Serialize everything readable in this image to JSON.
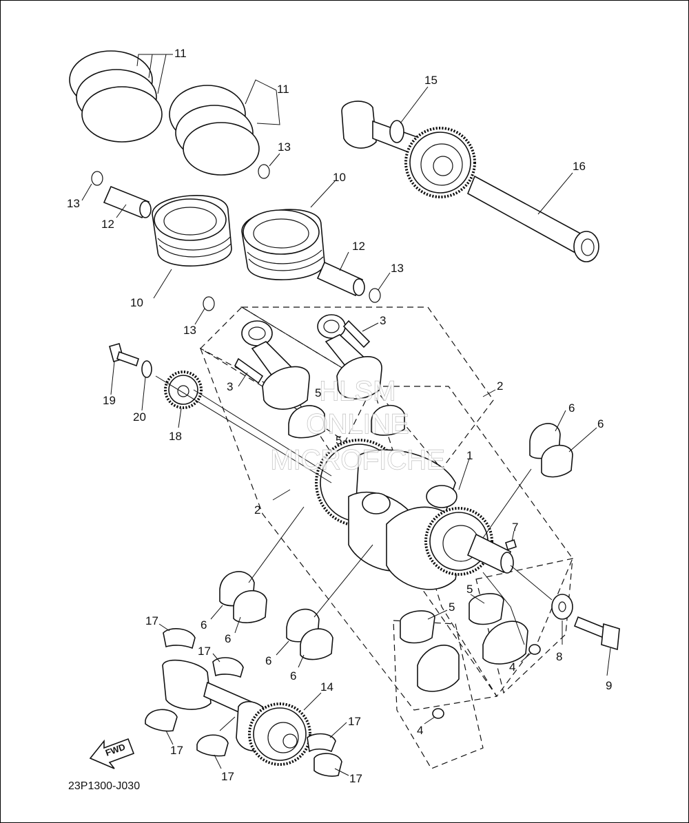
{
  "diagram": {
    "code": "23P1300-J030",
    "fwd_label": "FWD",
    "watermark": [
      "HLSM",
      "ONLINE",
      "MICROFICHE"
    ],
    "callouts": [
      {
        "id": "c11a",
        "label": "11"
      },
      {
        "id": "c11b",
        "label": "11"
      },
      {
        "id": "c15",
        "label": "15"
      },
      {
        "id": "c13a",
        "label": "13"
      },
      {
        "id": "c13b",
        "label": "13"
      },
      {
        "id": "c16",
        "label": "16"
      },
      {
        "id": "c12a",
        "label": "12"
      },
      {
        "id": "c10a",
        "label": "10"
      },
      {
        "id": "c10b",
        "label": "10"
      },
      {
        "id": "c12b",
        "label": "12"
      },
      {
        "id": "c13c",
        "label": "13"
      },
      {
        "id": "c13d",
        "label": "13"
      },
      {
        "id": "c3a",
        "label": "3"
      },
      {
        "id": "c3b",
        "label": "3"
      },
      {
        "id": "c19",
        "label": "19"
      },
      {
        "id": "c20",
        "label": "20"
      },
      {
        "id": "c18",
        "label": "18"
      },
      {
        "id": "c5a",
        "label": "5"
      },
      {
        "id": "c5b",
        "label": "5"
      },
      {
        "id": "c2a",
        "label": "2"
      },
      {
        "id": "c2b",
        "label": "2"
      },
      {
        "id": "c6a",
        "label": "6"
      },
      {
        "id": "c6b",
        "label": "6"
      },
      {
        "id": "c1",
        "label": "1"
      },
      {
        "id": "c7",
        "label": "7"
      },
      {
        "id": "c5c",
        "label": "5"
      },
      {
        "id": "c5d",
        "label": "5"
      },
      {
        "id": "c6c",
        "label": "6"
      },
      {
        "id": "c6d",
        "label": "6"
      },
      {
        "id": "c6e",
        "label": "6"
      },
      {
        "id": "c6f",
        "label": "6"
      },
      {
        "id": "c17a",
        "label": "17"
      },
      {
        "id": "c17b",
        "label": "17"
      },
      {
        "id": "c14",
        "label": "14"
      },
      {
        "id": "c17c",
        "label": "17"
      },
      {
        "id": "c17d",
        "label": "17"
      },
      {
        "id": "c17e",
        "label": "17"
      },
      {
        "id": "c17f",
        "label": "17"
      },
      {
        "id": "c8",
        "label": "8"
      },
      {
        "id": "c9",
        "label": "9"
      },
      {
        "id": "c4a",
        "label": "4"
      },
      {
        "id": "c4b",
        "label": "4"
      }
    ]
  }
}
